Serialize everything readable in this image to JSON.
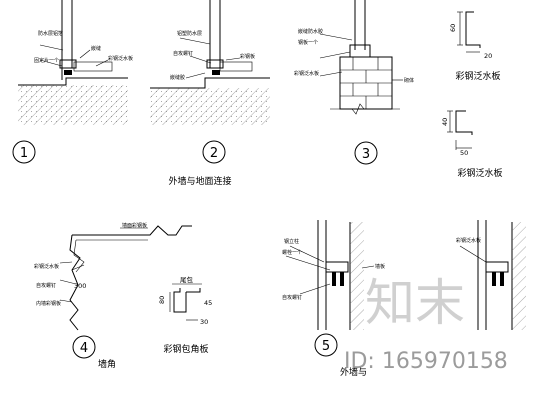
{
  "details": {
    "d1": {
      "number": "1",
      "notes": [
        "防水层铝箔",
        "固定片一个",
        "嵌缝",
        "彩钢泛水板"
      ]
    },
    "d2": {
      "number": "2",
      "notes": [
        "铝塑防水层",
        "自攻螺钉",
        "嵌缝胶",
        "彩钢板"
      ]
    },
    "d3": {
      "number": "3",
      "notes": [
        "嵌缝防水胶",
        "钢板一个",
        "彩钢泛水板",
        "砌体"
      ]
    },
    "d4": {
      "number": "4",
      "caption": "墙角",
      "notes": [
        "墙面彩钢板",
        "彩钢泛水板",
        "自攻螺钉",
        "内墙彩钢板"
      ],
      "dims": [
        "300"
      ]
    },
    "d5": {
      "number": "5",
      "notes": [
        "钢立柱",
        "螺栓一个",
        "彩钢泛水板",
        "自攻螺钉",
        "墙板"
      ]
    }
  },
  "captions": {
    "wall_ground": "外墙与地面连接",
    "flashing_1": "彩钢泛水板",
    "flashing_2": "彩钢泛水板",
    "corner_trim": "彩钢包角板",
    "wall_partial": "外墙与"
  },
  "dimensions": {
    "z1_h": "60",
    "z1_w": "20",
    "z2_h": "40",
    "z2_w": "50",
    "corner_top": "尾包",
    "corner_left": "80",
    "corner_mid": "45",
    "corner_bottom": "30"
  },
  "watermark": {
    "logo_text": "知末",
    "id_text": "ID: 165970158"
  }
}
